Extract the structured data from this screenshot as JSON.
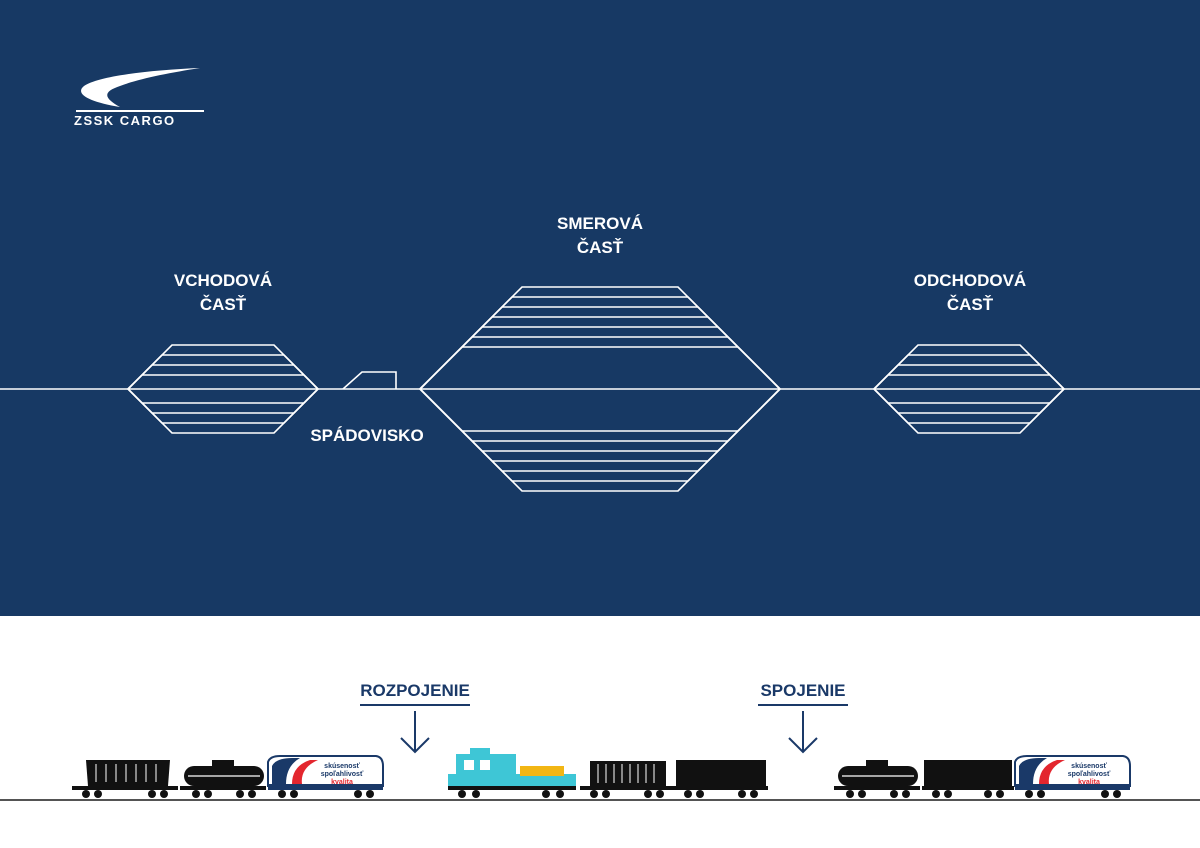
{
  "logo": {
    "text": "ZSSK CARGO"
  },
  "yard": {
    "entry": {
      "line1": "VCHODOVÁ",
      "line2": "ČASŤ"
    },
    "hump": {
      "label": "SPÁDOVISKO"
    },
    "sorting": {
      "line1": "SMEROVÁ",
      "line2": "ČASŤ"
    },
    "exit": {
      "line1": "ODCHODOVÁ",
      "line2": "ČASŤ"
    }
  },
  "process": {
    "uncouple": {
      "label": "ROZPOJENIE"
    },
    "couple": {
      "label": "SPOJENIE"
    },
    "loco_lettering": {
      "line1": "skúsenosť",
      "line2": "spoľahlivosť",
      "line3": "kvalita"
    }
  },
  "colors": {
    "background_top": "#173964",
    "background_bottom": "#ffffff",
    "track": "#ffffff",
    "label_dark": "#1a3968",
    "loco_red": "#e3262e",
    "shunter_cyan": "#3ec6d6",
    "shunter_yellow": "#f2b614"
  },
  "icons": {
    "logo": "zssk-cargo-swoosh-logo",
    "arrow": "down-arrow-icon",
    "wagons": [
      "hopper-wagon-icon",
      "tank-wagon-icon",
      "locomotive-icon",
      "shunting-locomotive-icon",
      "container-wagon-icon",
      "boxcar-icon"
    ]
  }
}
